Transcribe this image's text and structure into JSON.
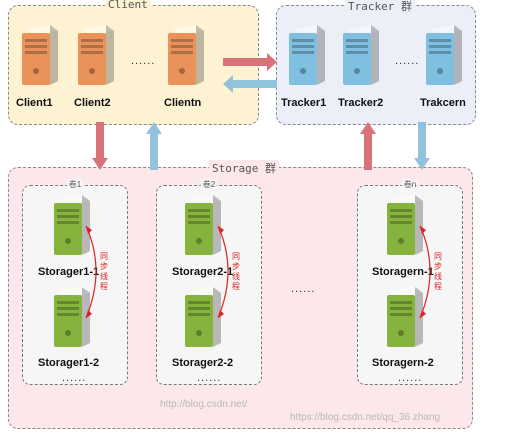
{
  "client_group": {
    "title": "Client",
    "clients": [
      "Client1",
      "Client2",
      "Clientn"
    ],
    "ellipsis": "......"
  },
  "tracker_group": {
    "title": "Tracker 群",
    "trackers": [
      "Tracker1",
      "Tracker2",
      "Trakcern"
    ],
    "ellipsis": "......"
  },
  "storage_group": {
    "title": "Storage 群",
    "ellipsis": "......",
    "volumes": [
      {
        "title": "卷1",
        "servers": [
          "Storager1-1",
          "Storager1-2"
        ],
        "sync": "同步线程",
        "more": "......"
      },
      {
        "title": "卷2",
        "servers": [
          "Storager2-1",
          "Storager2-2"
        ],
        "sync": "同步线程",
        "more": "......"
      },
      {
        "title": "卷n",
        "servers": [
          "Storagern-1",
          "Storagern-2"
        ],
        "sync": "同步线程",
        "more": "......"
      }
    ]
  },
  "watermark": {
    "text1": "http://blog.csdn.net/",
    "text2": "https://blog.csdn.net/qq_36 zhang"
  },
  "colors": {
    "client_bg": "#fdf2d2",
    "tracker_bg": "#eceef8",
    "storage_bg": "#fce8ea",
    "client_server": "#e9935a",
    "tracker_server": "#7fbfe0",
    "storage_server": "#86b33e",
    "arrow_red": "#d9737a",
    "arrow_blue": "#92c3dc",
    "sync_red": "#dd2222"
  }
}
